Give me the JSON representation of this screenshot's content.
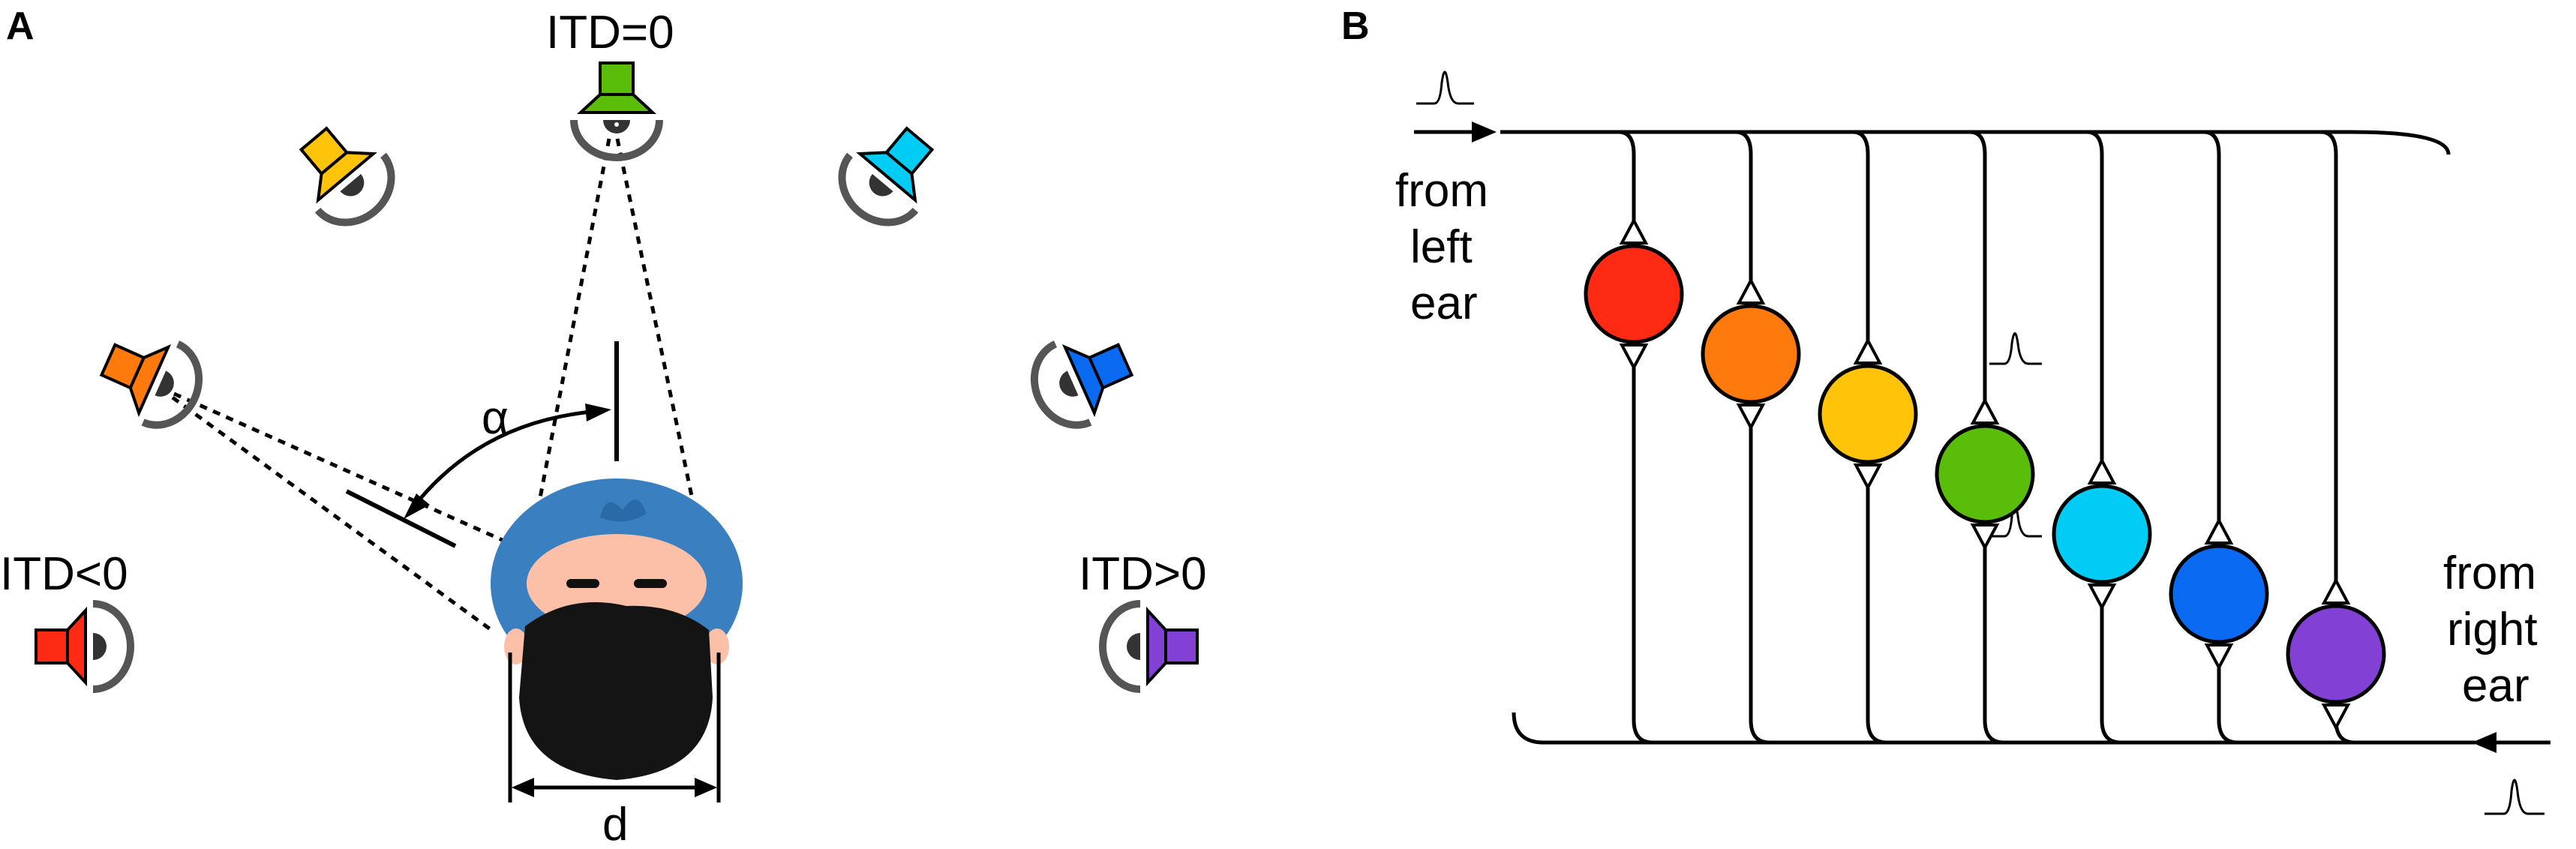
{
  "panel_a": {
    "letter": "A",
    "labels": {
      "itd_zero": "ITD=0",
      "itd_negative": "ITD<0",
      "itd_positive": "ITD>0",
      "alpha": "α",
      "d": "d"
    },
    "speaker_colors": {
      "red": "#ff2a14",
      "orange": "#ff7a0c",
      "yellow": "#ffc40a",
      "green": "#5abd0a",
      "cyan": "#00ccf5",
      "blue": "#0a6af2",
      "purple": "#8340d5"
    },
    "head_colors": {
      "hair": "#3a80c0",
      "face": "#fcc0a8",
      "back": "#141414"
    }
  },
  "panel_b": {
    "letter": "B",
    "labels": {
      "from_left": [
        "from",
        "left",
        "ear"
      ],
      "from_right": [
        "from",
        "right",
        "ear"
      ]
    },
    "neuron_colors": [
      "#ff2a14",
      "#ff7a0c",
      "#ffc40a",
      "#5abd0a",
      "#00ccf5",
      "#0a6af2",
      "#8340d5"
    ]
  }
}
